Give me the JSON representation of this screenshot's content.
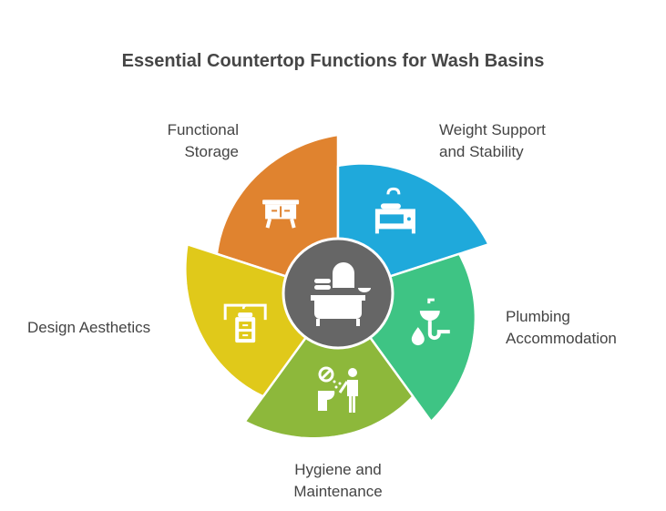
{
  "title": "Essential Countertop Functions for Wash Basins",
  "center": {
    "icon": "bathtub-vanity-icon",
    "color": "#666666"
  },
  "segments": [
    {
      "label_lines": [
        "Functional",
        "Storage"
      ],
      "icon": "cabinet-icon",
      "color": "#E0832F",
      "start_angle": -162
    },
    {
      "label_lines": [
        "Weight Support",
        "and Stability"
      ],
      "icon": "sink-vanity-icon",
      "color": "#1FA9DB",
      "start_angle": -90
    },
    {
      "label_lines": [
        "Plumbing",
        "Accommodation"
      ],
      "icon": "sink-pipe-drop-icon",
      "color": "#3EC484",
      "start_angle": -18
    },
    {
      "label_lines": [
        "Hygiene and",
        "Maintenance"
      ],
      "icon": "person-washing-icon",
      "color": "#8DB83B",
      "start_angle": 54
    },
    {
      "label_lines": [
        "Design Aesthetics"
      ],
      "icon": "vanity-mirror-icon",
      "color": "#E0C91A",
      "start_angle": 126
    }
  ]
}
